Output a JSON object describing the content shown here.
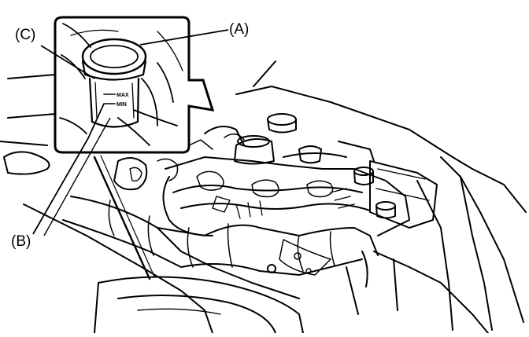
{
  "figure": {
    "callouts": {
      "a": "(A)",
      "b": "(B)",
      "c": "(C)"
    },
    "reservoir_marks": {
      "max": "MAX",
      "min": "MIN"
    },
    "colors": {
      "ink": "#000000",
      "background": "#ffffff"
    }
  }
}
